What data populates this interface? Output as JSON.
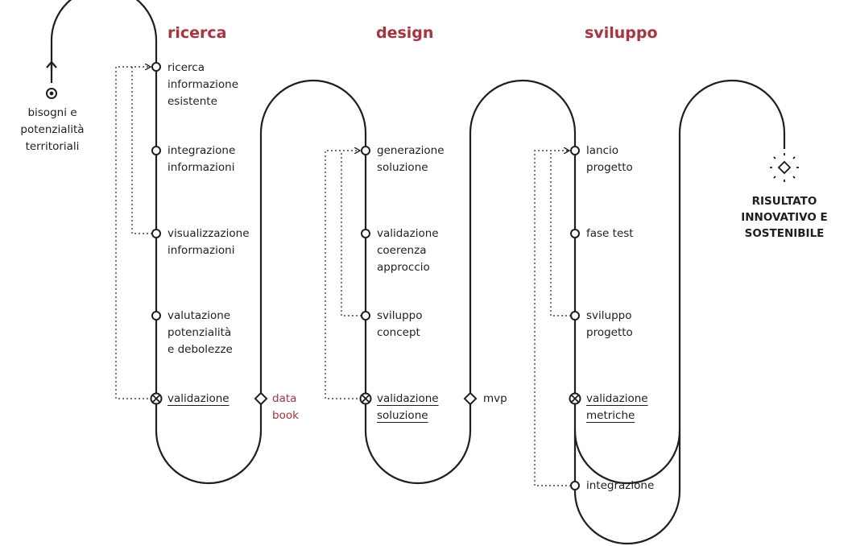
{
  "colors": {
    "line": "#1f1f1f",
    "accent": "#b22f3c",
    "background": "#ffffff"
  },
  "start": {
    "label": "bisogni e\npotenzialità\nterritoriali",
    "icon": "target-dot-icon"
  },
  "phases": [
    {
      "title": "ricerca",
      "steps": [
        {
          "label": "ricerca\ninformazione\nesistente",
          "marker": "circle"
        },
        {
          "label": "integrazione\ninformazioni",
          "marker": "circle"
        },
        {
          "label": "visualizzazione\ninformazioni",
          "marker": "circle"
        },
        {
          "label": "valutazione\npotenzialità\ne debolezze",
          "marker": "circle"
        },
        {
          "label": "validazione",
          "marker": "crossed-circle"
        }
      ],
      "deliverable": "data\nbook"
    },
    {
      "title": "design",
      "steps": [
        {
          "label": "generazione\nsoluzione",
          "marker": "circle"
        },
        {
          "label": "validazione\ncoerenza\napproccio",
          "marker": "circle"
        },
        {
          "label": "sviluppo\nconcept",
          "marker": "circle"
        },
        {
          "label": "validazione\nsoluzione",
          "marker": "crossed-circle"
        }
      ],
      "deliverable": "mvp"
    },
    {
      "title": "sviluppo",
      "steps": [
        {
          "label": "lancio\nprogetto",
          "marker": "circle"
        },
        {
          "label": "fase test",
          "marker": "circle"
        },
        {
          "label": "sviluppo\nprogetto",
          "marker": "circle"
        },
        {
          "label": "validazione\nmetriche",
          "marker": "crossed-circle"
        },
        {
          "label": "integrazione",
          "marker": "circle"
        }
      ]
    }
  ],
  "result": {
    "label": "RISULTATO\nINNOVATIVO E\nSOSTENIBILE",
    "icon": "sunburst-diamond-icon"
  }
}
